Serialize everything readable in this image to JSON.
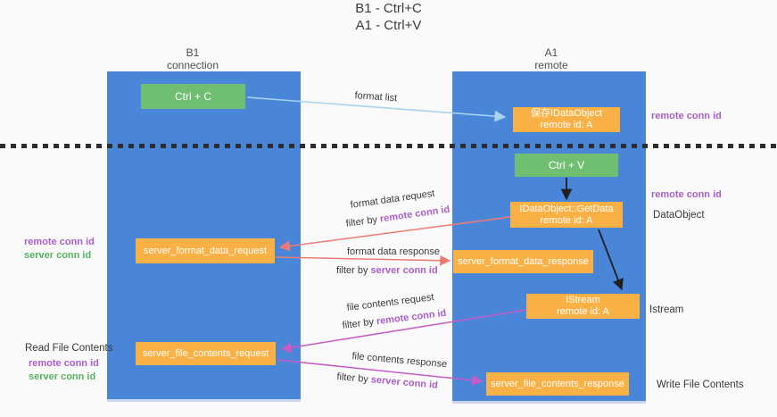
{
  "title": {
    "line1": "B1 - Ctrl+C",
    "line2": "A1 - Ctrl+V"
  },
  "lanes": {
    "left": {
      "name": "B1",
      "role": "connection"
    },
    "right": {
      "name": "A1",
      "role": "remote"
    }
  },
  "nodes": {
    "ctrl_c": {
      "label": "Ctrl + C"
    },
    "ctrl_v": {
      "label": "Ctrl + V"
    },
    "save_idataobject": {
      "line1": "保存IDataObject",
      "line2": "remote id: A"
    },
    "getdata": {
      "line1": "IDataObject::GetData",
      "line2": "remote id: A"
    },
    "istream": {
      "line1": "IStream",
      "line2": "remote id: A"
    },
    "format_request": {
      "label": "server_format_data_request"
    },
    "format_response": {
      "label": "server_format_data_response"
    },
    "file_request": {
      "label": "server_file_contents_request"
    },
    "file_response": {
      "label": "server_file_contents_response"
    }
  },
  "arrows": {
    "format_list": {
      "label": "format list"
    },
    "format_data_request": {
      "label": "format data request",
      "filter_prefix": "filter by ",
      "filter_key": "remote conn id"
    },
    "format_data_response": {
      "label": "format data response",
      "filter_prefix": "filter by ",
      "filter_key": "server conn id"
    },
    "file_contents_request": {
      "label": "file contents request",
      "filter_prefix": "filter by ",
      "filter_key": "remote conn id"
    },
    "file_contents_response": {
      "label": "file contents response",
      "filter_prefix": "filter by ",
      "filter_key": "server conn id"
    }
  },
  "annotations": {
    "right_remote_conn_top": "remote conn id",
    "right_remote_conn_mid": "remote conn id",
    "right_dataobject": "DataObject",
    "right_istream": "Istream",
    "right_write_file": "Write File Contents",
    "left_remote_conn_top": "remote conn id",
    "left_server_conn_top": "server conn id",
    "left_read_file": "Read File Contents",
    "left_remote_conn_bottom": "remote conn id",
    "left_server_conn_bottom": "server conn id"
  },
  "colors": {
    "lane_fill": "#4a86d8",
    "node_green": "#6fbe71",
    "node_orange": "#f9b145",
    "arrow_light_blue": "#a8d3ef",
    "arrow_salmon": "#ee7b73",
    "arrow_magenta": "#c75bc7",
    "arrow_black": "#1f1f1f",
    "highlight_purple": "#a95ec9",
    "highlight_green": "#55b25c"
  }
}
